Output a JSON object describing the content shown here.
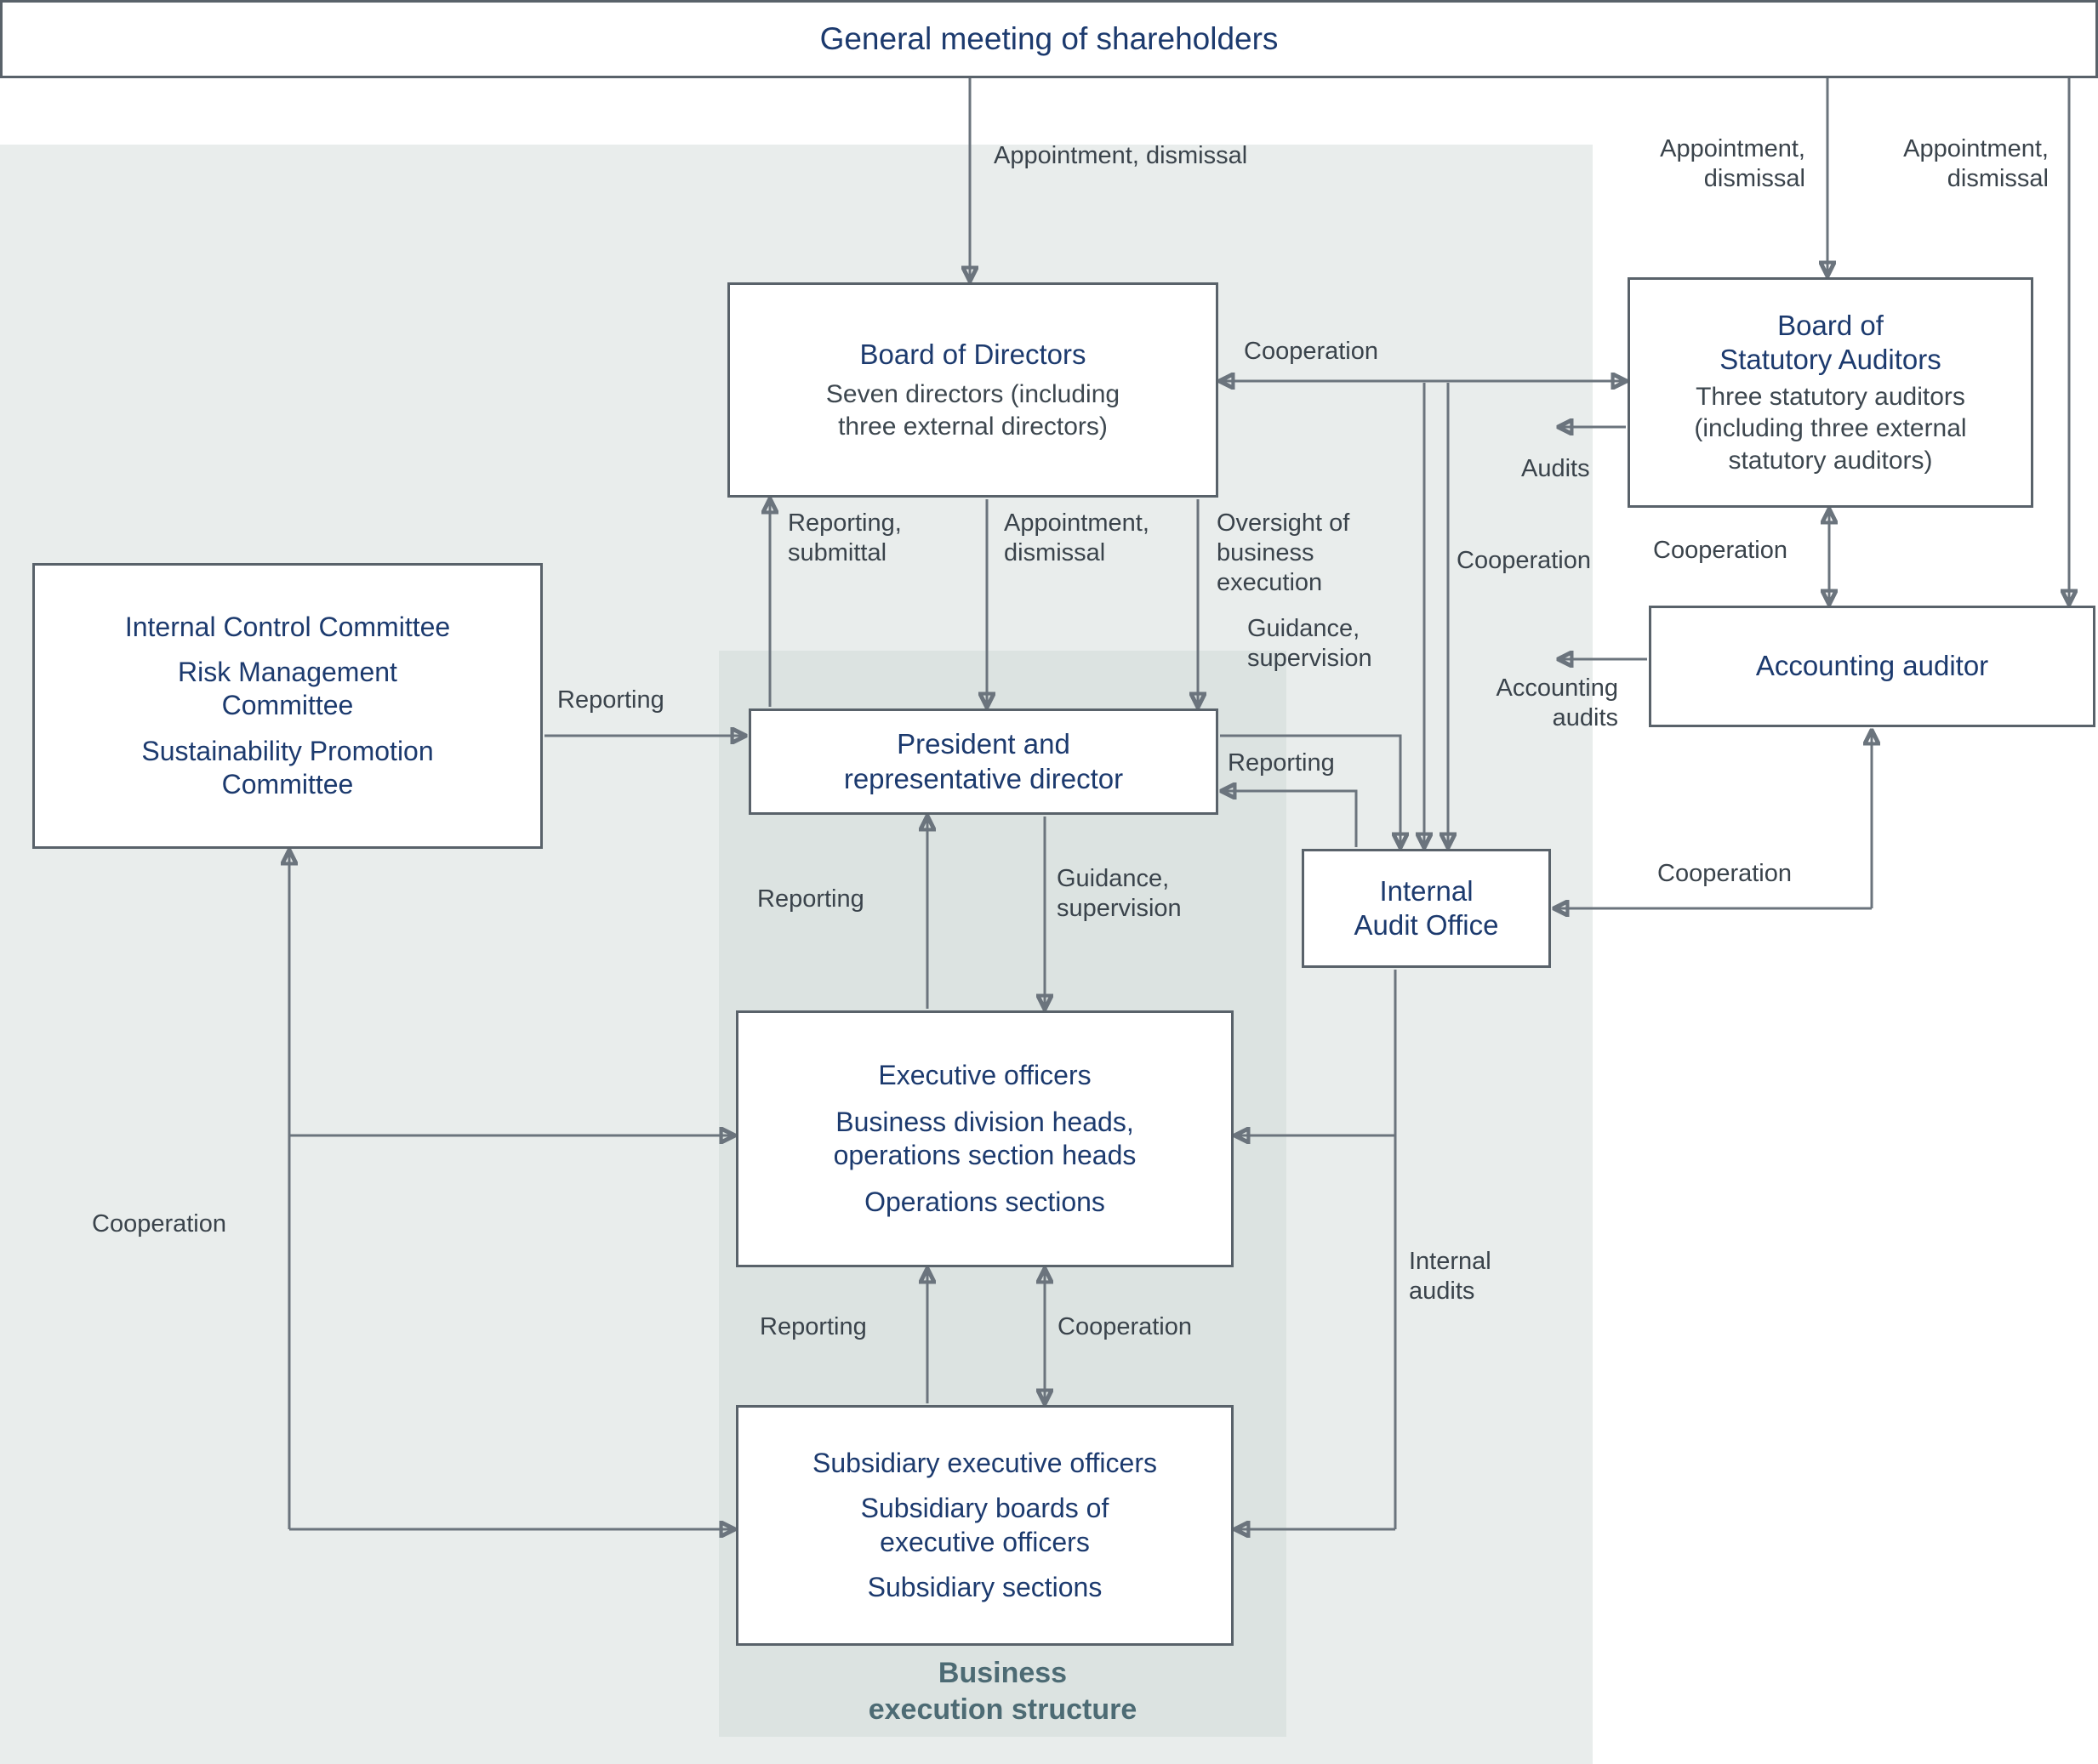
{
  "colors": {
    "title_blue": "#1c3a6e",
    "body_text": "#3d474f",
    "label_text": "#3a434b",
    "box_border": "#59626a",
    "arrow": "#6b747d",
    "bg_outer": "#e9edec",
    "bg_inner": "#dce3e1",
    "execution_label": "#4d6b74"
  },
  "nodes": {
    "shareholders": {
      "title": "General meeting of shareholders"
    },
    "board_of_directors": {
      "title": "Board of Directors",
      "subtitle": "Seven directors (including three external directors)"
    },
    "statutory_auditors": {
      "title_lines": [
        "Board of",
        "Statutory Auditors"
      ],
      "subtitle": "Three statutory auditors (including three external statutory auditors)"
    },
    "accounting_auditor": {
      "title": "Accounting auditor"
    },
    "committees": {
      "lines": [
        "Internal Control Committee",
        "Risk Management Committee",
        "Sustainability Promotion Committee"
      ]
    },
    "president": {
      "title_lines": [
        "President and",
        "representative director"
      ]
    },
    "internal_audit_office": {
      "title_lines": [
        "Internal",
        "Audit Office"
      ]
    },
    "executive_officers": {
      "lines": [
        "Executive officers",
        "Business division heads, operations section heads",
        "Operations sections"
      ]
    },
    "subsidiaries": {
      "lines": [
        "Subsidiary executive officers",
        "Subsidiary boards of executive officers",
        "Subsidiary sections"
      ]
    },
    "execution_structure": {
      "lines": [
        "Business",
        "execution structure"
      ]
    }
  },
  "labels": {
    "appointment_dismissal_bod": "Appointment, dismissal",
    "appointment_dismissal_bosa": "Appointment, dismissal",
    "appointment_dismissal_aa": "Appointment, dismissal",
    "cooperation_bod_bosa": "Cooperation",
    "audits": "Audits",
    "cooperation_bosa_aa": "Cooperation",
    "reporting_submittal": "Reporting, submittal",
    "appointment_dismissal_president": "Appointment, dismissal",
    "oversight": "Oversight of business execution",
    "guidance_supervision_iao": "Guidance, supervision",
    "reporting_iao": "Reporting",
    "cooperation_iao": "Cooperation",
    "accounting_audits": "Accounting audits",
    "cooperation_aa_iao": "Cooperation",
    "reporting_committees": "Reporting",
    "reporting_exec": "Reporting",
    "guidance_supervision_exec": "Guidance, supervision",
    "cooperation_committees": "Cooperation",
    "reporting_sub": "Reporting",
    "cooperation_exec_sub": "Cooperation",
    "internal_audits": "Internal audits"
  }
}
